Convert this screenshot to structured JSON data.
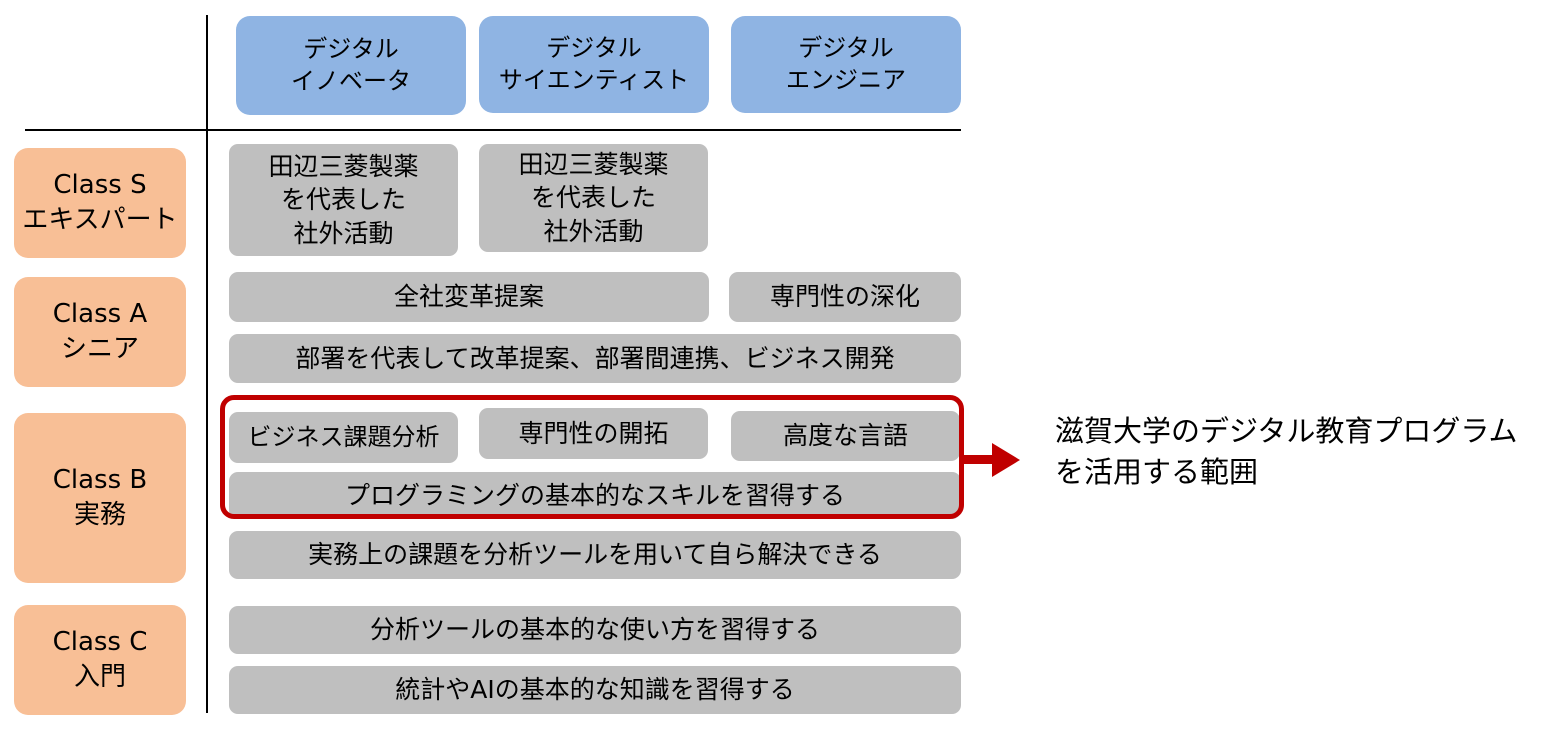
{
  "roles": [
    "デジタル\nイノベータ",
    "デジタル\nサイエンティスト",
    "デジタル\nエンジニア"
  ],
  "classes": [
    "Class S\nエキスパート",
    "Class A\nシニア",
    "Class B\n実務",
    "Class C\n入門"
  ],
  "cells": {
    "s_innovator": "田辺三菱製薬\nを代表した\n社外活動",
    "s_scientist": "田辺三菱製薬\nを代表した\n社外活動",
    "a_reform": "全社変革提案",
    "a_deepening": "専門性の深化",
    "a_department": "部署を代表して改革提案、部署間連携、ビジネス開発",
    "b_business": "ビジネス課題分析",
    "b_pioneering": "専門性の開拓",
    "b_language": "高度な言語",
    "b_programming": "プログラミングの基本的なスキルを習得する",
    "b_practice": "実務上の課題を分析ツールを用いて自ら解決できる",
    "c_tools": "分析ツールの基本的な使い方を習得する",
    "c_stats": "統計やAIの基本的な知識を習得する"
  },
  "note": "滋賀大学のデジタル教育プログラム\nを活用する範囲",
  "colors": {
    "role": "#8fb4e3",
    "class": "#f8bf96",
    "cell": "#bfbfbf",
    "highlight": "#c00000"
  }
}
